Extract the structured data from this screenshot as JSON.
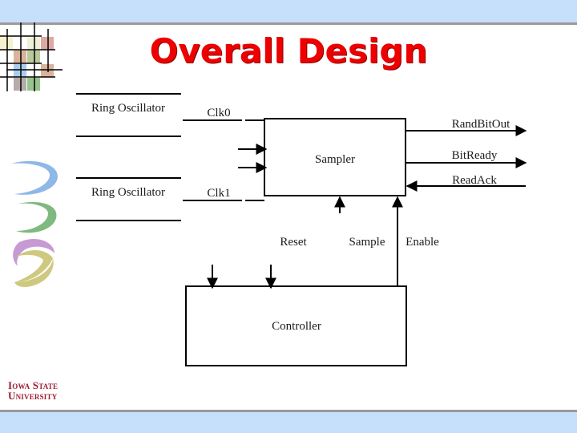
{
  "slide": {
    "title": "Overall Design",
    "title_color": "#ee0000",
    "band_color": "#c6dffa",
    "rule_color": "#9a9a9a"
  },
  "diagram": {
    "blocks": [
      {
        "name": "ring-oscillator-top",
        "label": "Ring Oscillator"
      },
      {
        "name": "ring-oscillator-bottom",
        "label": "Ring Oscillator"
      },
      {
        "name": "sampler",
        "label": "Sampler"
      },
      {
        "name": "controller",
        "label": "Controller"
      }
    ],
    "signals": [
      {
        "name": "clk0",
        "label": "Clk0",
        "direction": "right"
      },
      {
        "name": "clk1",
        "label": "Clk1",
        "direction": "right"
      },
      {
        "name": "randbitout",
        "label": "RandBitOut",
        "direction": "right"
      },
      {
        "name": "bitready",
        "label": "BitReady",
        "direction": "right"
      },
      {
        "name": "readack",
        "label": "ReadAck",
        "direction": "left"
      },
      {
        "name": "reset",
        "label": "Reset",
        "direction": "down"
      },
      {
        "name": "sample",
        "label": "Sample",
        "direction": "up"
      },
      {
        "name": "enable",
        "label": "Enable",
        "direction": "up"
      }
    ]
  },
  "branding": {
    "line1": "Iowa State",
    "line2": "University",
    "color": "#9c1b30"
  },
  "decor": {
    "grid_colors": [
      "#f2f0c8",
      "#f0f0d8",
      "#dca9a0",
      "#d9b49a",
      "#b9c99a",
      "#a8cdee",
      "#d9b49a",
      "#b5a9a9",
      "#96c48c",
      "#dcb4dc",
      "#f2f0c8"
    ],
    "swoosh_colors": [
      "#8fb8e8",
      "#7fb97f",
      "#c79ad4",
      "#cfc97f"
    ]
  }
}
